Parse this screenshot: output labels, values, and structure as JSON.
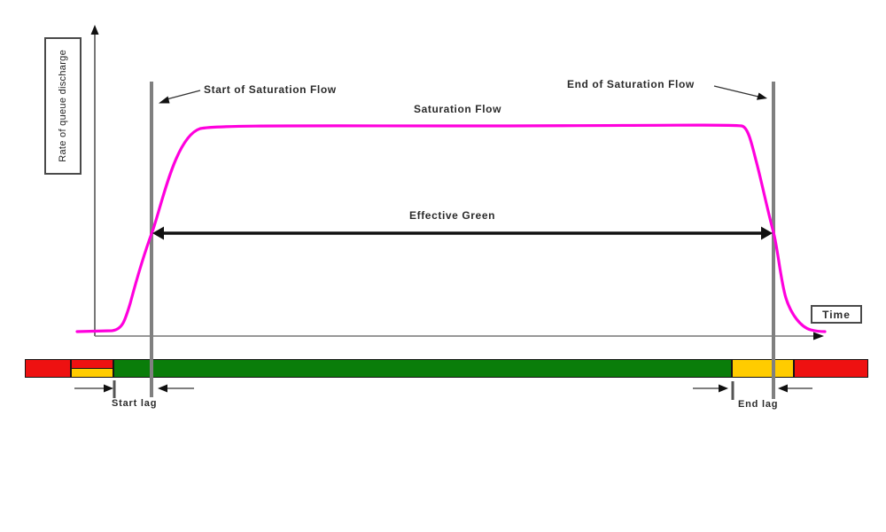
{
  "figure": {
    "y_axis_label": "Rate of queue discharge",
    "x_axis_label": "Time",
    "labels": {
      "saturation_flow": "Saturation Flow",
      "start_of_saturation_flow": "Start of Saturation Flow",
      "end_of_saturation_flow": "End of Saturation Flow",
      "effective_green": "Effective Green",
      "start_lag": "Start lag",
      "end_lag": "End lag"
    },
    "colors": {
      "curve_magenta": "#ff00dd",
      "signal_red": "#ee1111",
      "signal_amber": "#ffcc00",
      "signal_green": "#0a7d0a",
      "marker_gray": "#808080",
      "arrow_black": "#111111"
    },
    "signal_bar": {
      "segments": [
        {
          "phase": "red"
        },
        {
          "phase": "red-amber"
        },
        {
          "phase": "green"
        },
        {
          "phase": "amber"
        },
        {
          "phase": "red"
        }
      ]
    }
  }
}
